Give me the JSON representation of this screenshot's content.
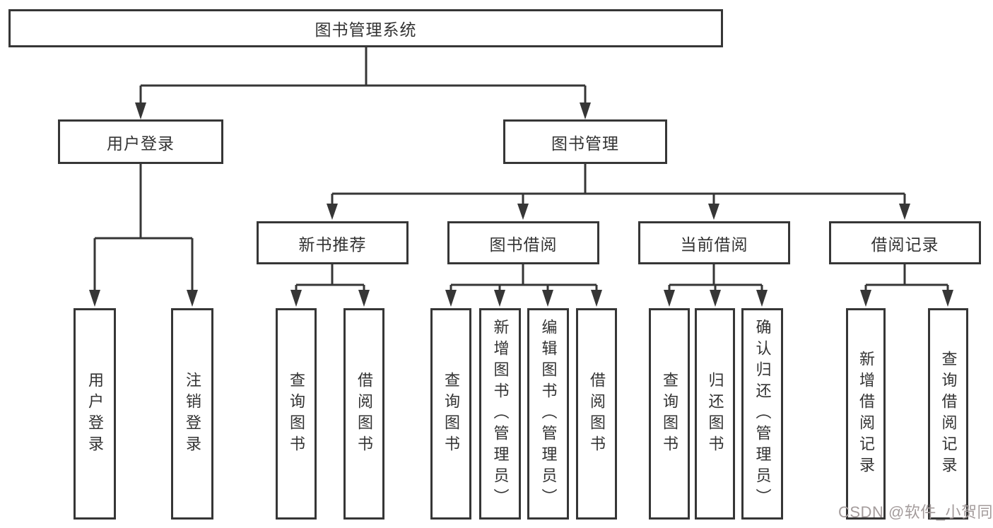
{
  "tree": {
    "label": "图书管理系统",
    "children": [
      {
        "label": "用户登录",
        "children": [
          {
            "label": "用户登录"
          },
          {
            "label": "注销登录"
          }
        ]
      },
      {
        "label": "图书管理",
        "children": [
          {
            "label": "新书推荐",
            "children": [
              {
                "label": "查询图书"
              },
              {
                "label": "借阅图书"
              }
            ]
          },
          {
            "label": "图书借阅",
            "children": [
              {
                "label": "查询图书"
              },
              {
                "label": "新增图书（管理员）"
              },
              {
                "label": "编辑图书（管理员）"
              },
              {
                "label": "借阅图书"
              }
            ]
          },
          {
            "label": "当前借阅",
            "children": [
              {
                "label": "查询图书"
              },
              {
                "label": "归还图书"
              },
              {
                "label": "确认归还（管理员）"
              }
            ]
          },
          {
            "label": "借阅记录",
            "children": [
              {
                "label": "新增借阅记录"
              },
              {
                "label": "查询借阅记录"
              }
            ]
          }
        ]
      }
    ]
  },
  "watermark": {
    "text": "CSDN @软件_小贺同学"
  },
  "colors": {
    "line": "#363636",
    "box_border": "#363636",
    "box_background": "#ffffff",
    "text": "#333333",
    "watermark": "#a49c9c"
  }
}
